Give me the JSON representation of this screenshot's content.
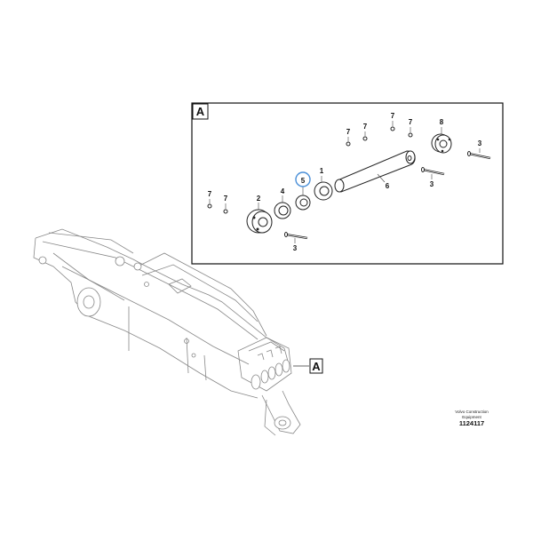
{
  "detail_box": {
    "letter": "A"
  },
  "callout": {
    "letter": "A"
  },
  "highlight": {
    "color": "#4a8fd8",
    "part": "5"
  },
  "labels": {
    "p1": "1",
    "p2": "2",
    "p3a": "3",
    "p3b": "3",
    "p3c": "3",
    "p4": "4",
    "p5": "5",
    "p6": "6",
    "p7a": "7",
    "p7b": "7",
    "p7c": "7",
    "p7d": "7",
    "p7e": "7",
    "p8": "8"
  },
  "publisher": {
    "line1": "Volvo Construction",
    "line2": "Equipment",
    "part_number": "1124117"
  }
}
